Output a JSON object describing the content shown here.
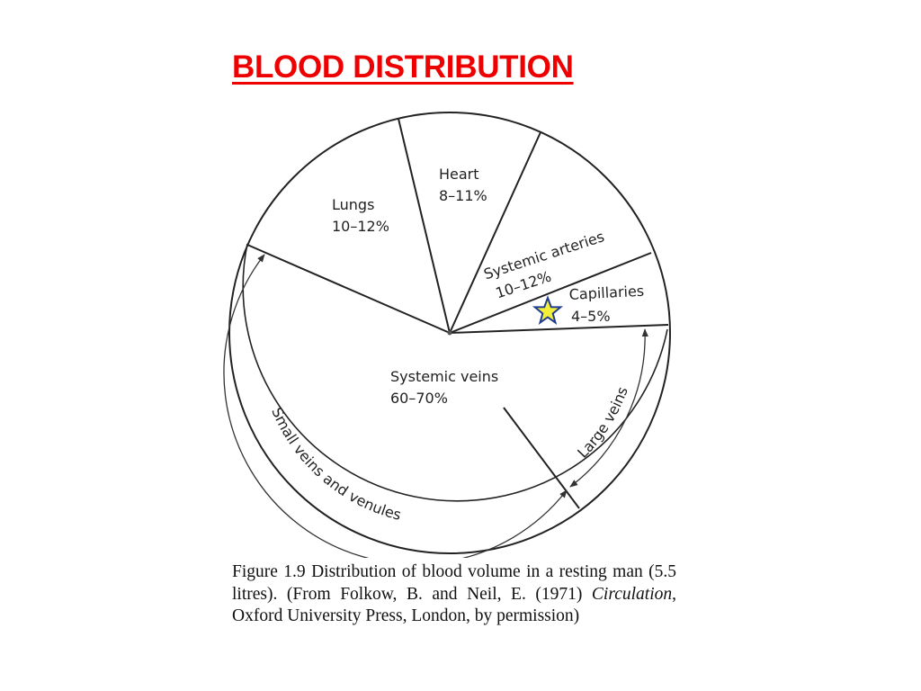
{
  "title": "BLOOD DISTRIBUTION",
  "segments": {
    "lungs": {
      "name": "Lungs",
      "percent": "10–12%"
    },
    "heart": {
      "name": "Heart",
      "percent": "8–11%"
    },
    "systemic_arteries": {
      "name": "Systemic arteries",
      "percent": "10–12%"
    },
    "capillaries": {
      "name": "Capillaries",
      "percent": "4–5%"
    },
    "systemic_veins": {
      "name": "Systemic veins",
      "percent": "60–70%"
    }
  },
  "subdivisions": {
    "small_veins": "Small veins and venules",
    "large_veins": "Large veins"
  },
  "caption": {
    "figure_label": "Figure 1.9",
    "text_1": " Distribution of blood volume in a resting man (5.5 litres). (From Folkow, B. and Neil, E. (1971) ",
    "work": "Circulation",
    "text_2": ", Oxford University Press, London, by permission)"
  },
  "highlight_marker": {
    "icon": "star-icon",
    "fill": "#f2ee3a",
    "stroke": "#1f3c8f"
  },
  "colors": {
    "title": "#ee0000",
    "lines": "#222222"
  }
}
